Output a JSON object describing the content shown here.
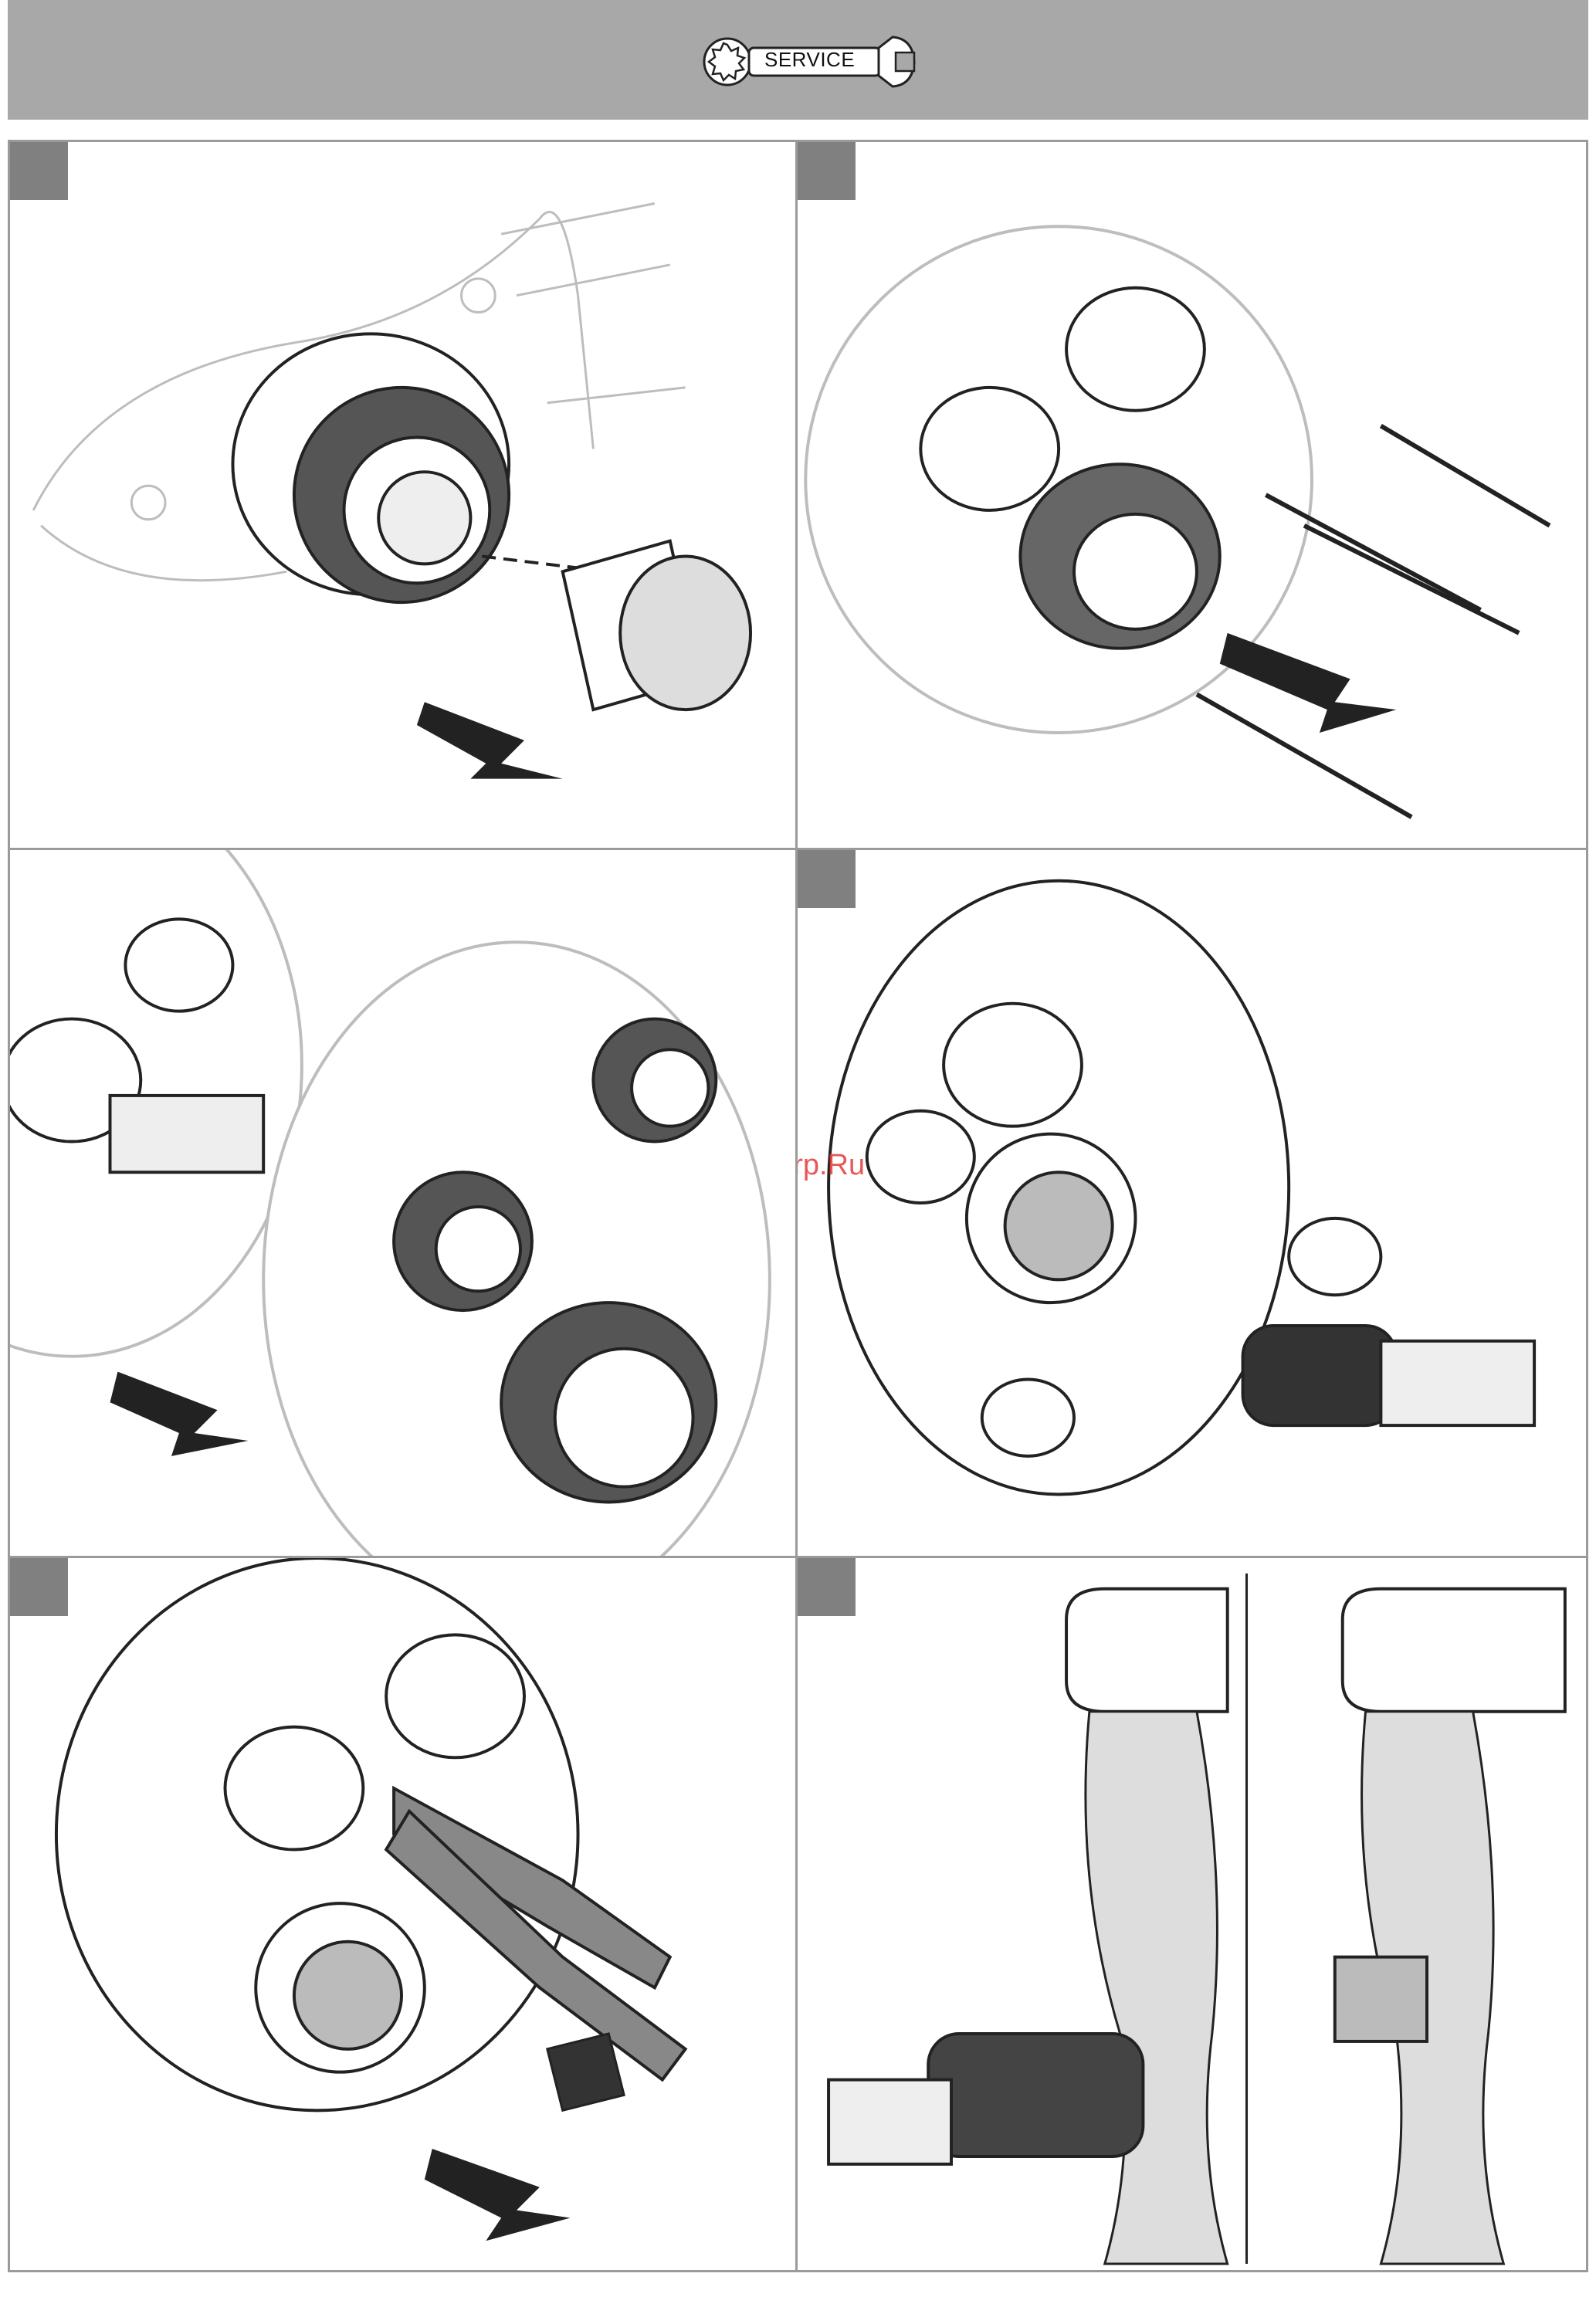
{
  "header": {
    "service_label": "SERVICE"
  },
  "watermark": "McGrp.Ru",
  "panels": [
    {
      "id": 1,
      "description_icon": "remove-cap"
    },
    {
      "id": 2,
      "description_icon": "remove-screws"
    },
    {
      "id": 3,
      "description_icon": "remove-cover"
    },
    {
      "id": 4,
      "description_icon": "remove-cartridge-and-plugs"
    },
    {
      "id": 5,
      "description_icon": "remove-filter-with-pliers"
    },
    {
      "id": 6,
      "description_icon": "rinse-parts"
    }
  ],
  "colors": {
    "header_bg": "#a8a8a8",
    "panel_border": "#9a9a9a",
    "step_marker": "#808080",
    "watermark": "#e53a3a"
  }
}
